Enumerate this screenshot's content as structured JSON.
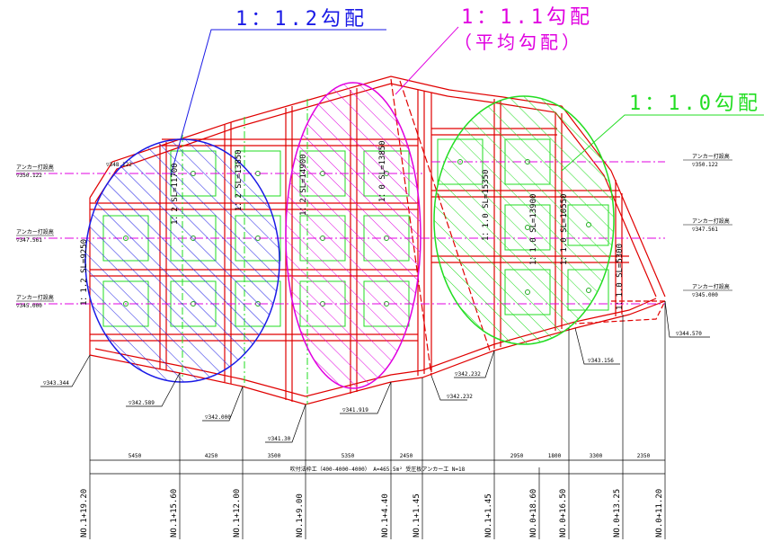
{
  "slopes": {
    "blue": {
      "label": "1：1.2勾配",
      "color": "#1a1ae6"
    },
    "magenta": {
      "label": "1：1.1勾配",
      "sub": "（平均勾配）",
      "color": "#e000e0"
    },
    "green": {
      "label": "1：1.0勾配",
      "color": "#22dd22"
    }
  },
  "structure_color": "#e00000",
  "anchor_line_color": "#e000e0",
  "dim_color": "#000000",
  "slope_texts": [
    {
      "id": "sl-left",
      "text": "1：1.2 SL=9250"
    },
    {
      "id": "sl-b1",
      "text": "1：2 SL=11700"
    },
    {
      "id": "sl-b2",
      "text": "1：2 SL=13850"
    },
    {
      "id": "sl-m1",
      "text": "1：2 SL=14900"
    },
    {
      "id": "sl-m2",
      "text": "1：0 SL=13850"
    },
    {
      "id": "sl-g1",
      "text": "1：1.0 SL=15350"
    },
    {
      "id": "sl-g2",
      "text": "1：1.0 SL=13900"
    },
    {
      "id": "sl-g3",
      "text": "1：1.0 SL=10550"
    },
    {
      "id": "sl-g4",
      "text": "1：1.0 SL=5300"
    }
  ],
  "anchor_labels": {
    "title": "アンカー打設高",
    "left": [
      "▽350.122",
      "▽347.561",
      "▽345.000"
    ],
    "right": [
      "▽350.122",
      "▽347.561",
      "▽345.000"
    ],
    "top_inner": "▽348.122"
  },
  "elevations": [
    {
      "id": "e1",
      "text": "▽343.344"
    },
    {
      "id": "e2",
      "text": "▽342.589"
    },
    {
      "id": "e3",
      "text": "▽342.000"
    },
    {
      "id": "e4",
      "text": "▽341.30"
    },
    {
      "id": "e5",
      "text": "▽341.919"
    },
    {
      "id": "e6",
      "text": "▽342.232"
    },
    {
      "id": "e7",
      "text": "▽342.232"
    },
    {
      "id": "e8",
      "text": "▽343.156"
    },
    {
      "id": "e9",
      "text": "▽344.570"
    }
  ],
  "dimensions": [
    "5450",
    "4250",
    "3500",
    "5350",
    "2450",
    "2950",
    "1800",
    "3300",
    "2350"
  ],
  "work_note": "吹付法枠工（400-4000-4000） A=465.5m²  受圧板アンカー工 N=18",
  "stations": [
    "NO.1+19.20",
    "NO.1+15.60",
    "NO.1+12.00",
    "NO.1+9.00",
    "NO.1+4.40",
    "NO.1+1.45",
    "NO.1+1.45",
    "NO.0+18.60",
    "NO.0+16.50",
    "NO.0+13.25",
    "NO.0+11.20"
  ]
}
